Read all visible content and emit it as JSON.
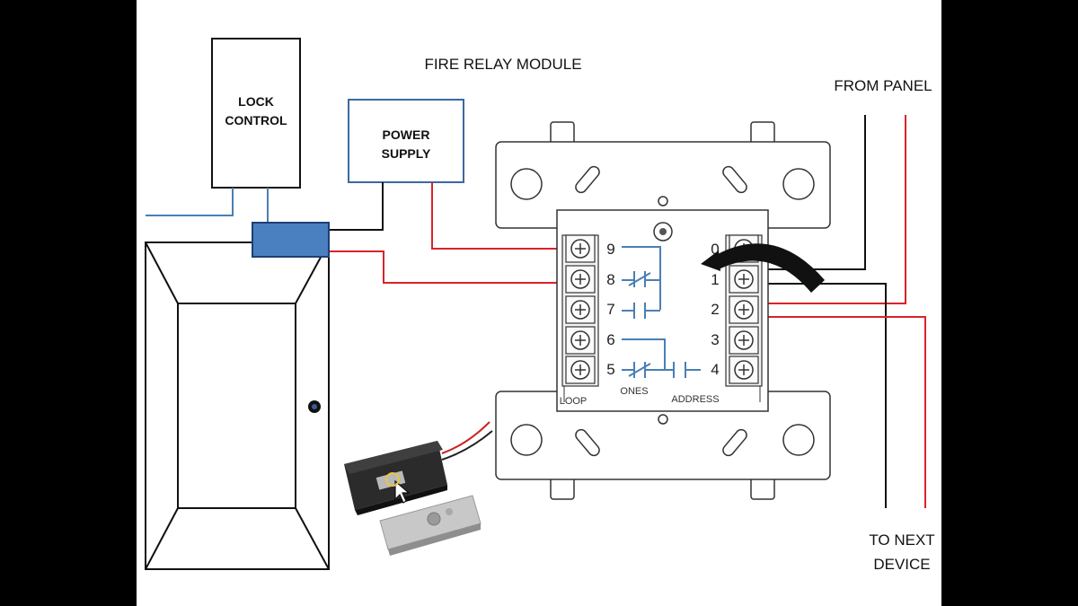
{
  "title": "FIRE RELAY MODULE",
  "from_panel": "FROM PANEL",
  "to_next_device": [
    "TO NEXT",
    "DEVICE"
  ],
  "lock_control": [
    "LOCK",
    "CONTROL"
  ],
  "power_supply": [
    "POWER",
    "SUPPLY"
  ],
  "module": {
    "left_terminals": [
      "9",
      "8",
      "7",
      "6",
      "5"
    ],
    "right_terminals": [
      "0",
      "1",
      "2",
      "3",
      "4"
    ],
    "loop_label": "LOOP",
    "ones_label": "ONES",
    "address_label": "ADDRESS"
  },
  "colors": {
    "wire_red": "#d8232a",
    "wire_black": "#111111",
    "wire_blue": "#4a7fb5",
    "connector": "#4a7fc0"
  }
}
